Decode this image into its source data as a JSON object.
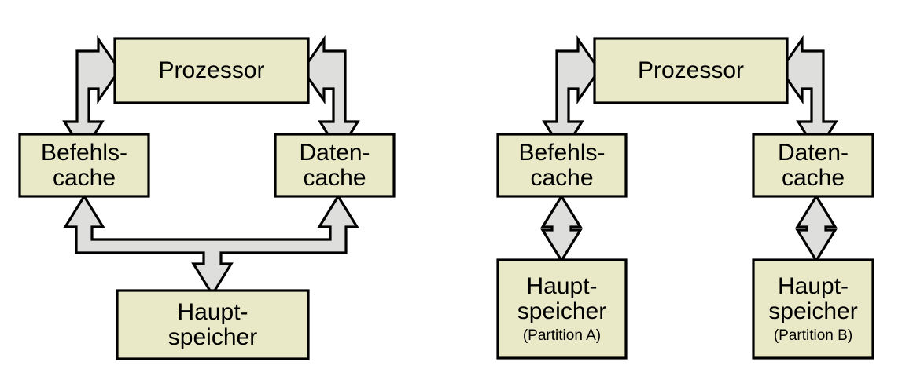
{
  "figure": {
    "type": "diagram",
    "kind": "block-diagram",
    "language": "de",
    "background_color": "#ffffff",
    "box_fill_color": "#e9e9c7",
    "box_border_color": "#000000",
    "arrow_fill_color": "#dededd",
    "arrow_border_color": "#000000",
    "text_color": "#000000"
  },
  "diagrams": [
    {
      "id": "left",
      "name": "harvard-shared-memory",
      "nodes": {
        "processor": {
          "label": "Prozessor",
          "sublabel": ""
        },
        "instruction_cache": {
          "line1": "Befehls-",
          "line2": "cache",
          "sublabel": ""
        },
        "data_cache": {
          "line1": "Daten-",
          "line2": "cache",
          "sublabel": ""
        },
        "main_memory": {
          "line1": "Haupt-",
          "line2": "speicher",
          "sublabel": ""
        }
      },
      "connectors": [
        {
          "name": "processor-to-instruction-cache",
          "shape": "elbow-double-arrow",
          "heads": [
            "right",
            "down"
          ]
        },
        {
          "name": "processor-to-data-cache",
          "shape": "elbow-double-arrow",
          "heads": [
            "left",
            "down"
          ]
        },
        {
          "name": "memory-to-both-caches",
          "shape": "tri-arrow",
          "heads": [
            "up-left",
            "up-right",
            "down"
          ]
        }
      ]
    },
    {
      "id": "right",
      "name": "harvard-partitioned-memory",
      "nodes": {
        "processor": {
          "label": "Prozessor",
          "sublabel": ""
        },
        "instruction_cache": {
          "line1": "Befehls-",
          "line2": "cache",
          "sublabel": ""
        },
        "data_cache": {
          "line1": "Daten-",
          "line2": "cache",
          "sublabel": ""
        },
        "main_memory_a": {
          "line1": "Haupt-",
          "line2": "speicher",
          "sublabel": "(Partition A)"
        },
        "main_memory_b": {
          "line1": "Haupt-",
          "line2": "speicher",
          "sublabel": "(Partition B)"
        }
      },
      "connectors": [
        {
          "name": "processor-to-instruction-cache",
          "shape": "elbow-double-arrow",
          "heads": [
            "right",
            "down"
          ]
        },
        {
          "name": "processor-to-data-cache",
          "shape": "elbow-double-arrow",
          "heads": [
            "left",
            "down"
          ]
        },
        {
          "name": "instruction-cache-to-memory-a",
          "shape": "vertical-double-arrow",
          "heads": [
            "up",
            "down"
          ]
        },
        {
          "name": "data-cache-to-memory-b",
          "shape": "vertical-double-arrow",
          "heads": [
            "up",
            "down"
          ]
        }
      ]
    }
  ]
}
